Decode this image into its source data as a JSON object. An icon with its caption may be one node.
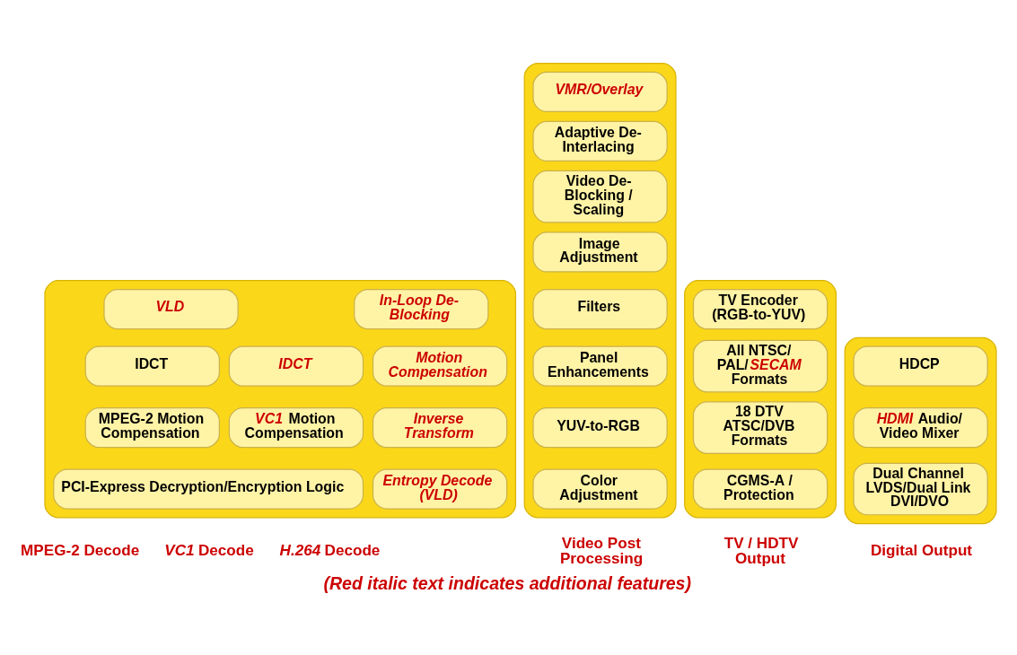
{
  "diagram": {
    "caption": "(Red italic text indicates additional features)",
    "nodes": [
      {
        "text": [],
        "shape": "box"
      },
      {
        "text": [
          "VLD"
        ],
        "in": 0
      },
      {
        "text": [
          "In-Loop De-Blocking"
        ],
        "in": 0
      },
      {
        "text": [
          "IDCT"
        ],
        "in": 0
      },
      {
        "text": [
          "IDCT"
        ],
        "in": 0
      },
      {
        "text": [
          "Motion Compensation"
        ],
        "in": 0
      },
      {
        "text": [
          "MPEG-2 Motion Compensation"
        ],
        "in": 0
      },
      {
        "text": [
          "*VC1* Motion Compensation"
        ],
        "in": 0
      },
      {
        "text": [
          "Inverse Transform"
        ],
        "in": 0
      },
      {
        "text": [
          "Entropy Decode (VLD)"
        ],
        "in": 0
      },
      {
        "text": [
          "PCI-Express Decryption/Encryption Logic"
        ],
        "in": 0
      },
      {
        "text": [],
        "shape": "box"
      },
      {
        "text": [
          "VMR/Overlay"
        ],
        "in": 11
      },
      {
        "text": [
          "Adaptive De-Interlacing"
        ],
        "in": 11
      },
      {
        "text": [
          "Video De-Blocking / Scaling"
        ],
        "in": 11
      },
      {
        "text": [
          "Image Adjustment"
        ],
        "in": 11
      },
      {
        "text": [
          "Filters"
        ],
        "in": 11
      },
      {
        "text": [
          "Panel Enhancements"
        ],
        "in": 11
      },
      {
        "text": [
          "YUV-to-RGB"
        ],
        "in": 11
      },
      {
        "text": [
          "Color Adjustment"
        ],
        "in": 11
      },
      {
        "text": [],
        "shape": "box"
      },
      {
        "text": [
          "TV Encoder (RGB-to-YUV)"
        ],
        "in": 20
      },
      {
        "text": [
          "All NTSC/ PAL/*SECAM* Formats"
        ],
        "in": 20
      },
      {
        "text": [
          "18 DTV ATSC/DVB Formats"
        ],
        "in": 20
      },
      {
        "text": [
          "CGMS-A / Protection"
        ],
        "in": 20
      },
      {
        "text": [],
        "shape": "box"
      },
      {
        "text": [
          "HDCP"
        ],
        "in": 25
      },
      {
        "text": [
          "*HDMI* Audio/ Video Mixer"
        ],
        "in": 25
      },
      {
        "text": [
          "Dual Channel LVDS/Dual Link DVI/DVO"
        ],
        "in": 25
      }
    ],
    "edges": [],
    "labels": [
      "MPEG-2 Decode",
      "*VC1* Decode",
      "*H.264* Decode",
      "Video Post Processing",
      "TV / HDTV Output",
      "Digital Output"
    ]
  }
}
